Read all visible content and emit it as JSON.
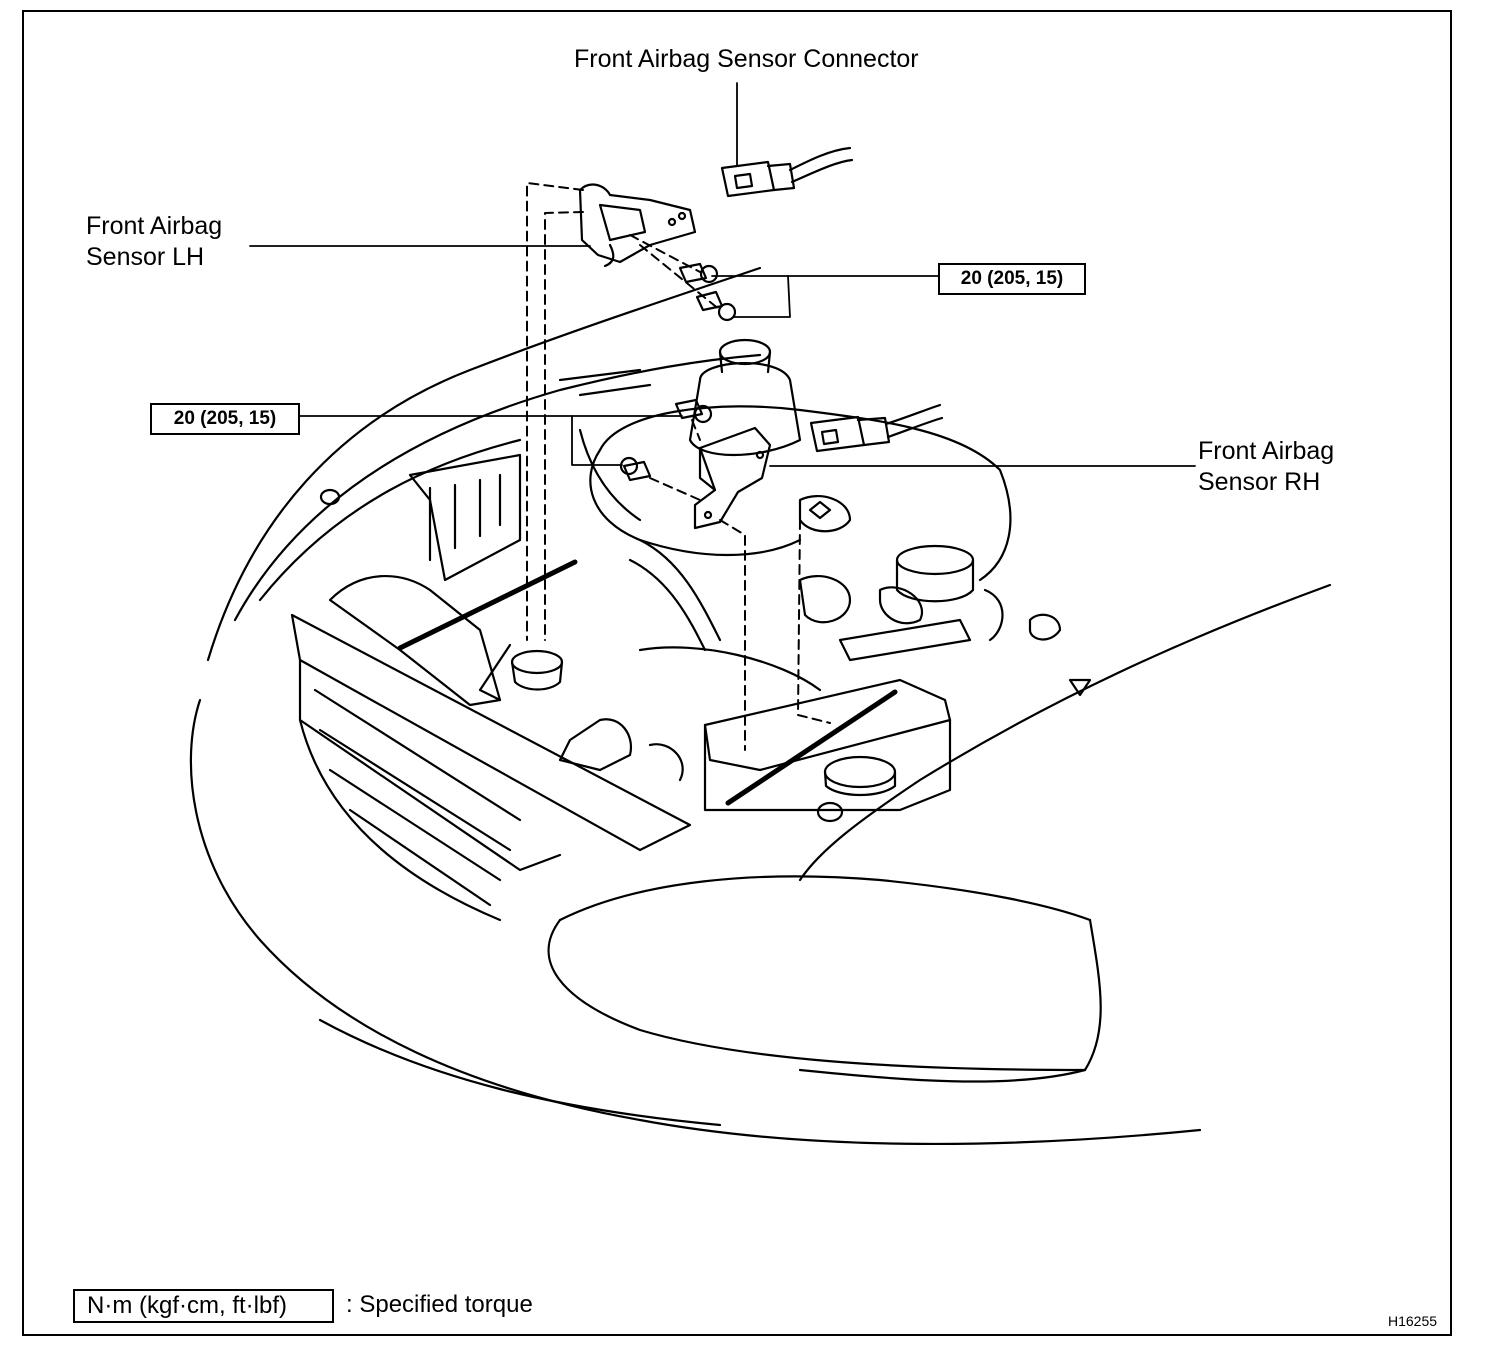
{
  "labels": {
    "connector": "Front Airbag Sensor Connector",
    "sensor_lh_line1": "Front Airbag",
    "sensor_lh_line2": "Sensor LH",
    "sensor_rh_line1": "Front Airbag",
    "sensor_rh_line2": "Sensor RH"
  },
  "torques": {
    "upper": "20 (205, 15)",
    "lower": "20 (205, 15)"
  },
  "legend": {
    "box": "N·m (kgf·cm, ft·lbf)",
    "text": ": Specified torque"
  },
  "figure_id": "H16255"
}
